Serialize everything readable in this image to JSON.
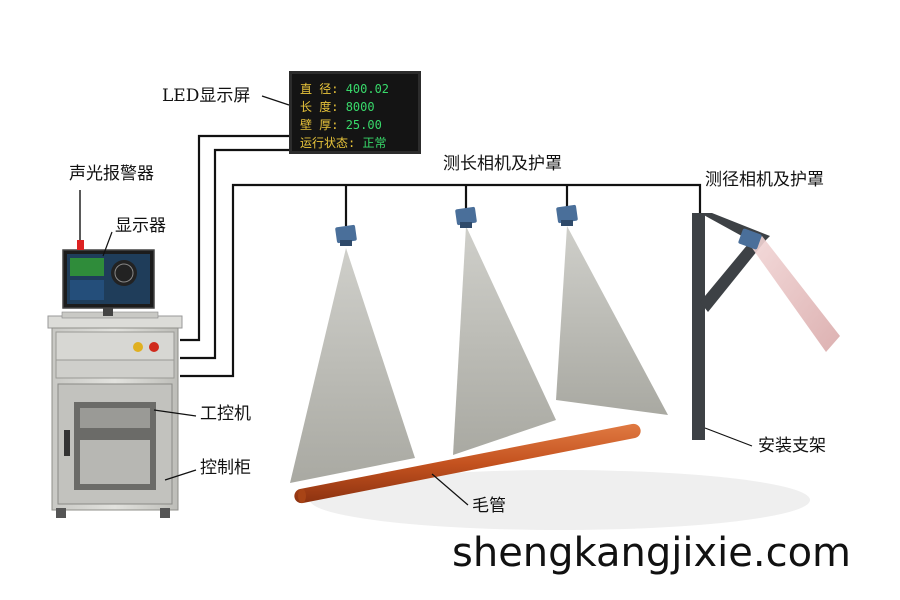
{
  "labels": {
    "led_screen": "LED显示屏",
    "alarm": "声光报警器",
    "monitor": "显示器",
    "length_camera": "测长相机及护罩",
    "diameter_camera": "测径相机及护罩",
    "ipc": "工控机",
    "cabinet": "控制柜",
    "tube": "毛管",
    "bracket": "安装支架"
  },
  "led_display": {
    "rows": [
      {
        "key": "直  径:",
        "value": "400.02"
      },
      {
        "key": "长  度:",
        "value": "8000"
      },
      {
        "key": "壁  厚:",
        "value": "25.00"
      },
      {
        "key": "运行状态:",
        "value": "正常"
      }
    ]
  },
  "watermark": "shengkangjixie.com",
  "colors": {
    "cable": "#111111",
    "tube": "#c4521f",
    "beam_cone": "#bdbdb5",
    "laser_beam": "#e8c4c4",
    "camera": "#4a6f9a",
    "cabinet": "#d6d6d2",
    "led_text_key": "#e7c33a",
    "led_text_value": "#38d96a"
  }
}
